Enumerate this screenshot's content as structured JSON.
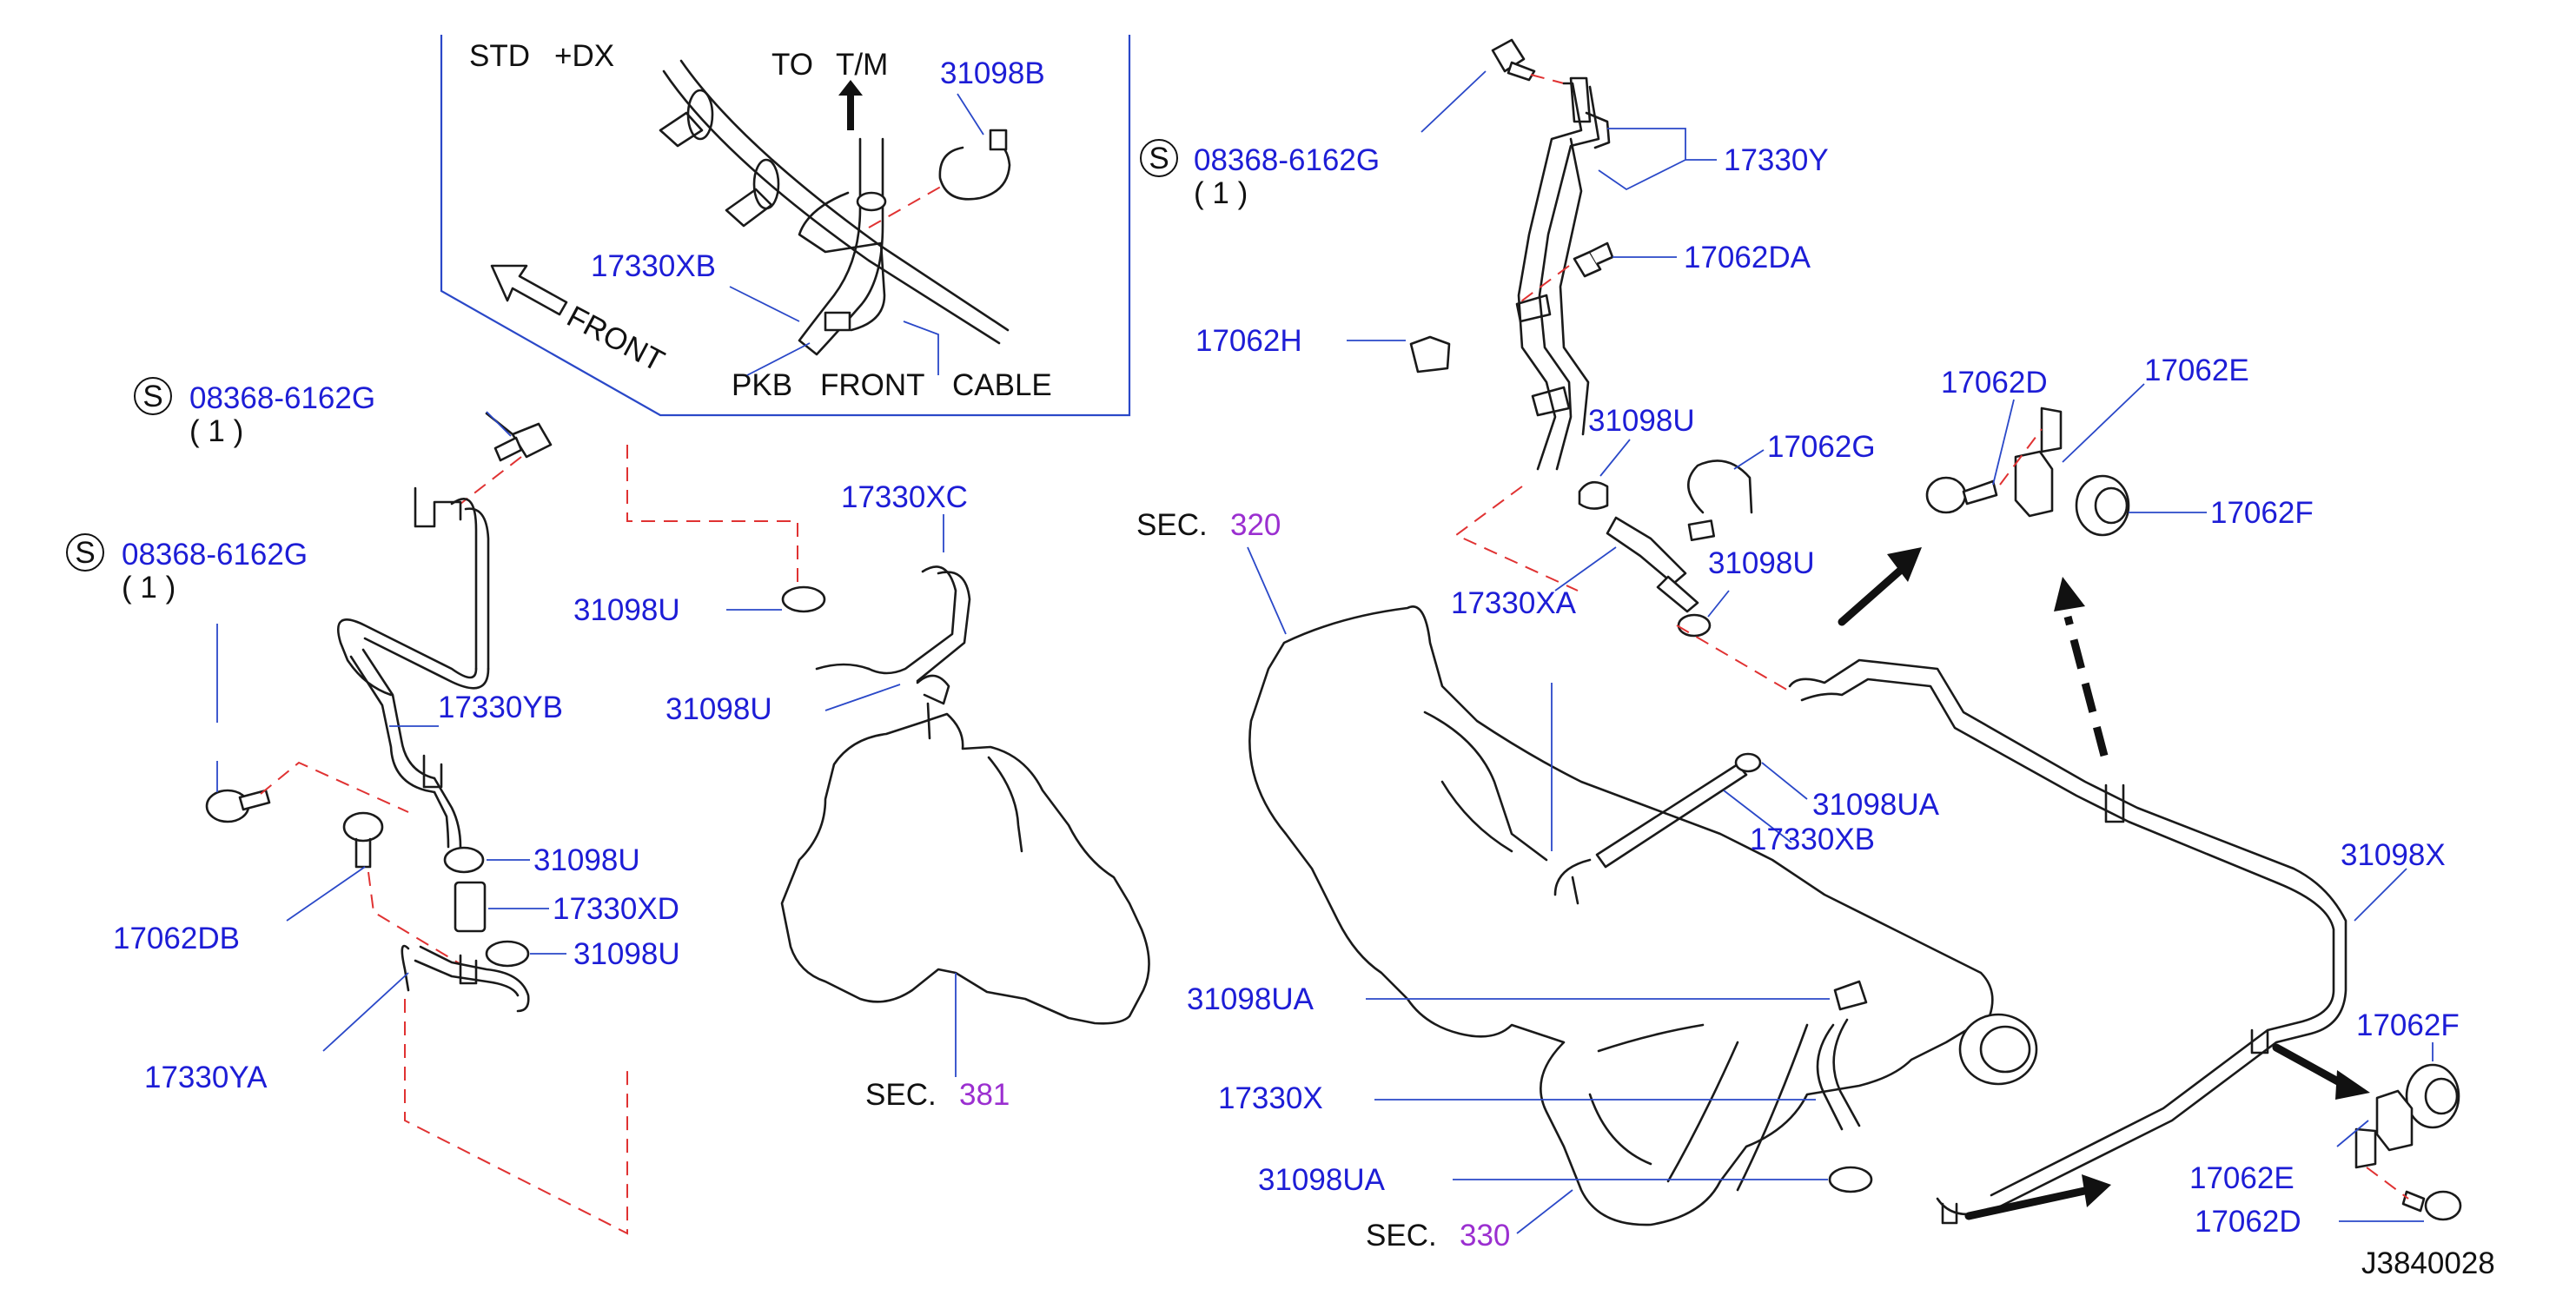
{
  "inset": {
    "std_label": "STD",
    "dx_label": "+DX",
    "to_label": "TO",
    "tm_label": "T/M",
    "front_label": "FRONT",
    "pkb_label": "PKB",
    "front_cable_label": "FRONT",
    "cable_label": "CABLE",
    "part_31098b": "31098B",
    "part_17330xb": "17330XB"
  },
  "callouts": {
    "s_symbol": "S",
    "bolt_top": "08368-6162G",
    "bolt_top_qty": "( 1 )",
    "bolt_left_a": "08368-6162G",
    "bolt_left_a_qty": "( 1 )",
    "bolt_left_b": "08368-6162G",
    "bolt_left_b_qty": "( 1 )",
    "p17330y": "17330Y",
    "p17062da": "17062DA",
    "p17062h": "17062H",
    "p31098u_a": "31098U",
    "p17062g": "17062G",
    "p17062d_a": "17062D",
    "p17062e_a": "17062E",
    "p17062f_a": "17062F",
    "p17330xa": "17330XA",
    "p31098u_b": "31098U",
    "p31098ua_a": "31098UA",
    "p17330xb": "17330XB",
    "p31098x": "31098X",
    "p17330xc": "17330XC",
    "p31098u_c": "31098U",
    "p31098u_d": "31098U",
    "p17330yb": "17330YB",
    "p31098u_e": "31098U",
    "p17330xd": "17330XD",
    "p31098u_f": "31098U",
    "p17062db": "17062DB",
    "p17330ya": "17330YA",
    "p31098ua_b": "31098UA",
    "p17330x": "17330X",
    "p31098ua_c": "31098UA",
    "p17062f_b": "17062F",
    "p17062e_b": "17062E",
    "p17062d_b": "17062D"
  },
  "sections": {
    "sec_label_a": "SEC.",
    "sec_num_a": "320",
    "sec_label_b": "SEC.",
    "sec_num_b": "381",
    "sec_label_c": "SEC.",
    "sec_num_c": "330"
  },
  "diagram_id": "J3840028",
  "colors": {
    "part_number": "#1d1dd6",
    "section_number": "#9b2fd0",
    "leader": "#2a48c8",
    "phantom_line": "#e03232",
    "linework": "#1a1a1a"
  }
}
